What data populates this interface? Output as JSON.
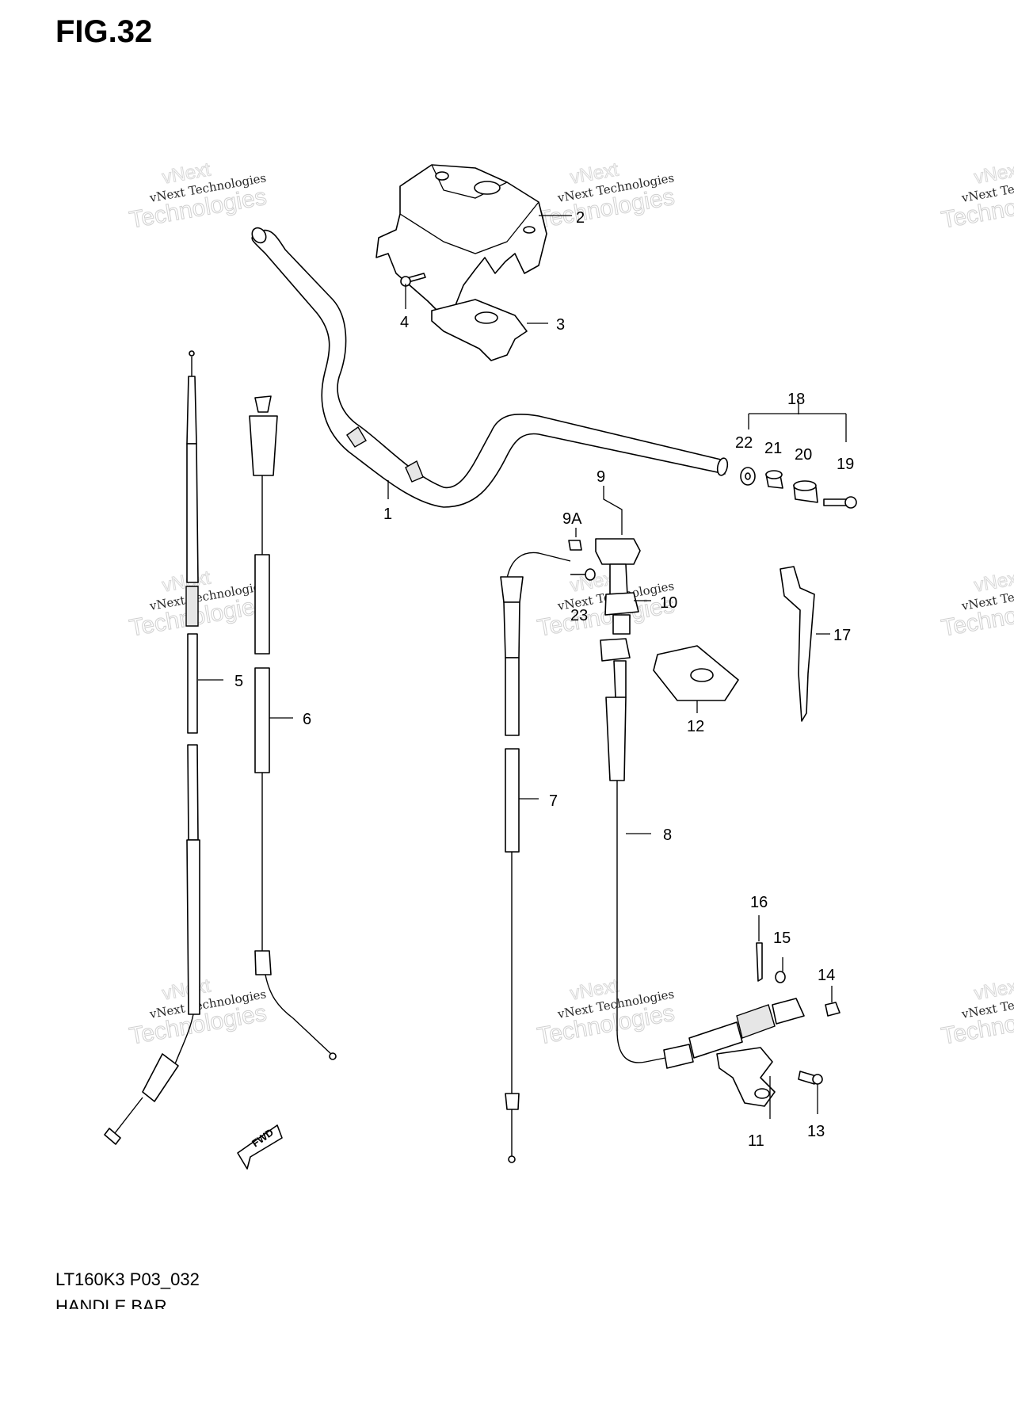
{
  "figure": {
    "title": "FIG.32",
    "model_code": "LT160K3 P03_032",
    "assembly_name": "HANDLE BAR",
    "direction_label": "FWD"
  },
  "watermark": {
    "line1": "vNext Technologies",
    "line2": "vNext",
    "line3": "Technologies"
  },
  "callouts": [
    "1",
    "2",
    "3",
    "4",
    "5",
    "6",
    "7",
    "8",
    "9",
    "9A",
    "10",
    "11",
    "12",
    "13",
    "14",
    "15",
    "16",
    "17",
    "18",
    "19",
    "20",
    "21",
    "22",
    "23"
  ],
  "colors": {
    "ink": "#000000",
    "watermark": "#c8c8c8",
    "background": "#ffffff"
  }
}
